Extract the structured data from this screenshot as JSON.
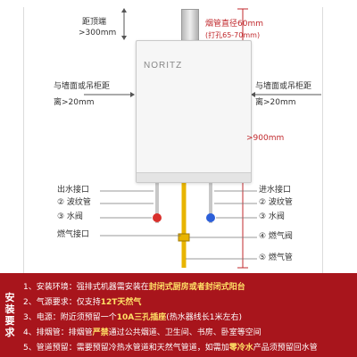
{
  "top_distance": {
    "label": "距顶端",
    "value": ">300mm"
  },
  "flue": {
    "diameter": "烟管直径60mm",
    "hole": "(打孔65-70mm)"
  },
  "brand": "NORITZ",
  "side_left": {
    "label": "与墙面或吊柜距",
    "value": "离>20mm"
  },
  "side_right": {
    "label": "与墙面或吊柜距",
    "value": "离>20mm"
  },
  "height": ">900mm",
  "left_labels": [
    "出水接口",
    "② 波纹管",
    "③ 水阀",
    "燃气接口"
  ],
  "right_labels": [
    "进水接口",
    "② 波纹管",
    "③ 水阀",
    "④ 燃气阀",
    "⑤ 燃气管"
  ],
  "requirements": {
    "title": [
      "安",
      "装",
      "要",
      "求"
    ],
    "lines": [
      {
        "prefix": "1、安装环境：强排式机器需安装在",
        "highlight": "封闭式厨房或者封闭式阳台",
        "suffix": ""
      },
      {
        "prefix": "2、气源要求：仅支持",
        "highlight": "12T天然气",
        "suffix": ""
      },
      {
        "prefix": "3、电源：附近须预留一个",
        "highlight": "10A三孔插座",
        "suffix": "(热水器线长1米左右)"
      },
      {
        "prefix": "4、排烟管：排烟管",
        "highlight": "严禁",
        "suffix": "通过公共烟道、卫生间、书房、卧室等空间"
      },
      {
        "prefix": "5、管道预留：需要预留冷热水管道和天然气管道，如需加",
        "highlight": "零冷水",
        "suffix": "产品须预留回水管"
      }
    ]
  },
  "colors": {
    "accent_red": "#c0282c",
    "banner": "#a8151c",
    "highlight": "#ffe066",
    "gas_pipe": "#e8b400",
    "hot_valve": "#d9302c",
    "cold_valve": "#2c5fd9"
  }
}
